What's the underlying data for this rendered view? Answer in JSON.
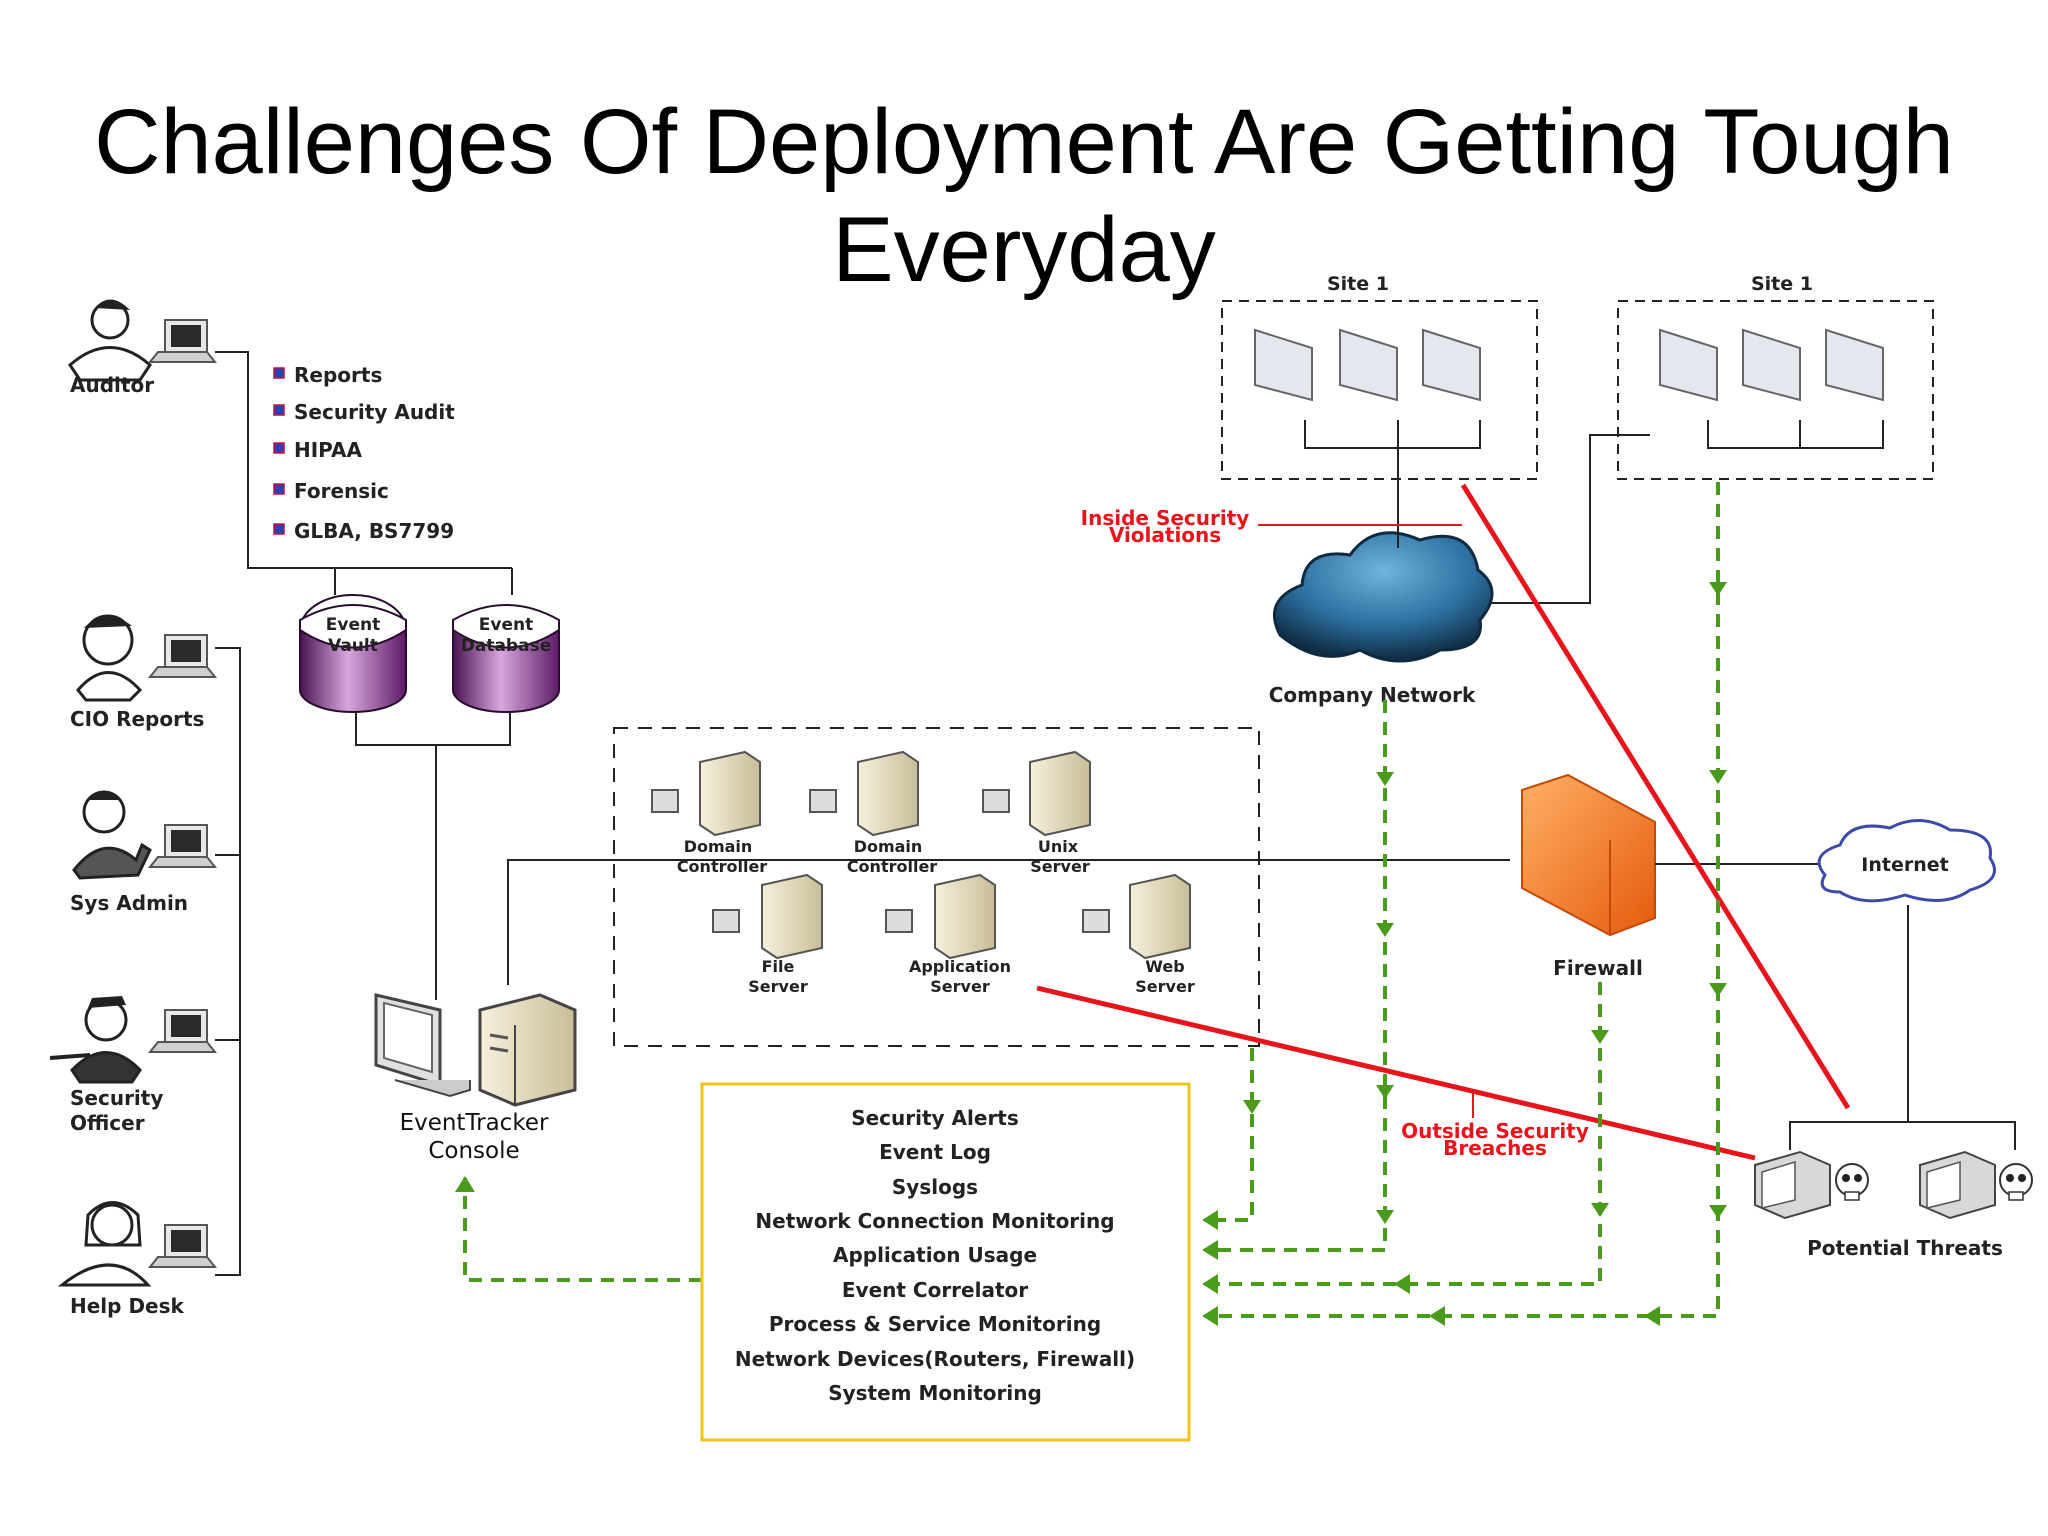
{
  "title": {
    "line1": "Challenges Of Deployment Are Getting Tough",
    "line2": "Everyday"
  },
  "roles": {
    "auditor": "Auditor",
    "cio": "CIO Reports",
    "sysadmin": "Sys Admin",
    "security_officer_l1": "Security",
    "security_officer_l2": "Officer",
    "helpdesk": "Help Desk"
  },
  "report_items": [
    "Reports",
    "Security Audit",
    "HIPAA",
    "Forensic",
    "GLBA, BS7799"
  ],
  "databases": {
    "vault_l1": "Event",
    "vault_l2": "Vault",
    "db_l1": "Event",
    "db_l2": "Database"
  },
  "console": {
    "l1": "EventTracker",
    "l2": "Console"
  },
  "servers": {
    "domain1_l1": "Domain",
    "domain1_l2": "Controller",
    "domain2_l1": "Domain",
    "domain2_l2": "Controller",
    "unix_l1": "Unix",
    "unix_l2": "Server",
    "file_l1": "File",
    "file_l2": "Server",
    "app_l1": "Application",
    "app_l2": "Server",
    "web_l1": "Web",
    "web_l2": "Server"
  },
  "sites": {
    "site_a": "Site 1",
    "site_b": "Site 1"
  },
  "network": {
    "company": "Company Network",
    "firewall": "Firewall",
    "internet": "Internet",
    "threats": "Potential Threats"
  },
  "annotations": {
    "inside_l1": "Inside Security",
    "inside_l2": "Violations",
    "outside_l1": "Outside Security",
    "outside_l2": "Breaches"
  },
  "features": [
    "Security Alerts",
    "Event Log",
    "Syslogs",
    "Network Connection Monitoring",
    "Application Usage",
    "Event Correlator",
    "Process & Service Monitoring",
    "Network Devices(Routers, Firewall)",
    "System Monitoring"
  ],
  "colors": {
    "flow_green": "#4a9a1c",
    "alert_red": "#e8141c",
    "box_yellow": "#f0c419",
    "cloud_blue": "#2c6e9e",
    "firewall_orange": "#f27d22",
    "cylinder_purple": "#8a2f8e",
    "bullet_blue": "#2e3fae"
  }
}
